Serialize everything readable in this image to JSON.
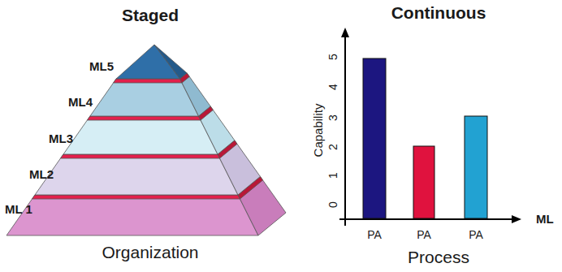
{
  "diagram": {
    "labels": [
      "Staged",
      "Continuous",
      "ML5",
      "ML4",
      "ML3",
      "ML2",
      "ML 1",
      "Organization",
      "Capability",
      "5",
      "4",
      "3",
      "2",
      "1",
      "0",
      "PA",
      "PA",
      "PA",
      "Process",
      "ML"
    ]
  }
}
